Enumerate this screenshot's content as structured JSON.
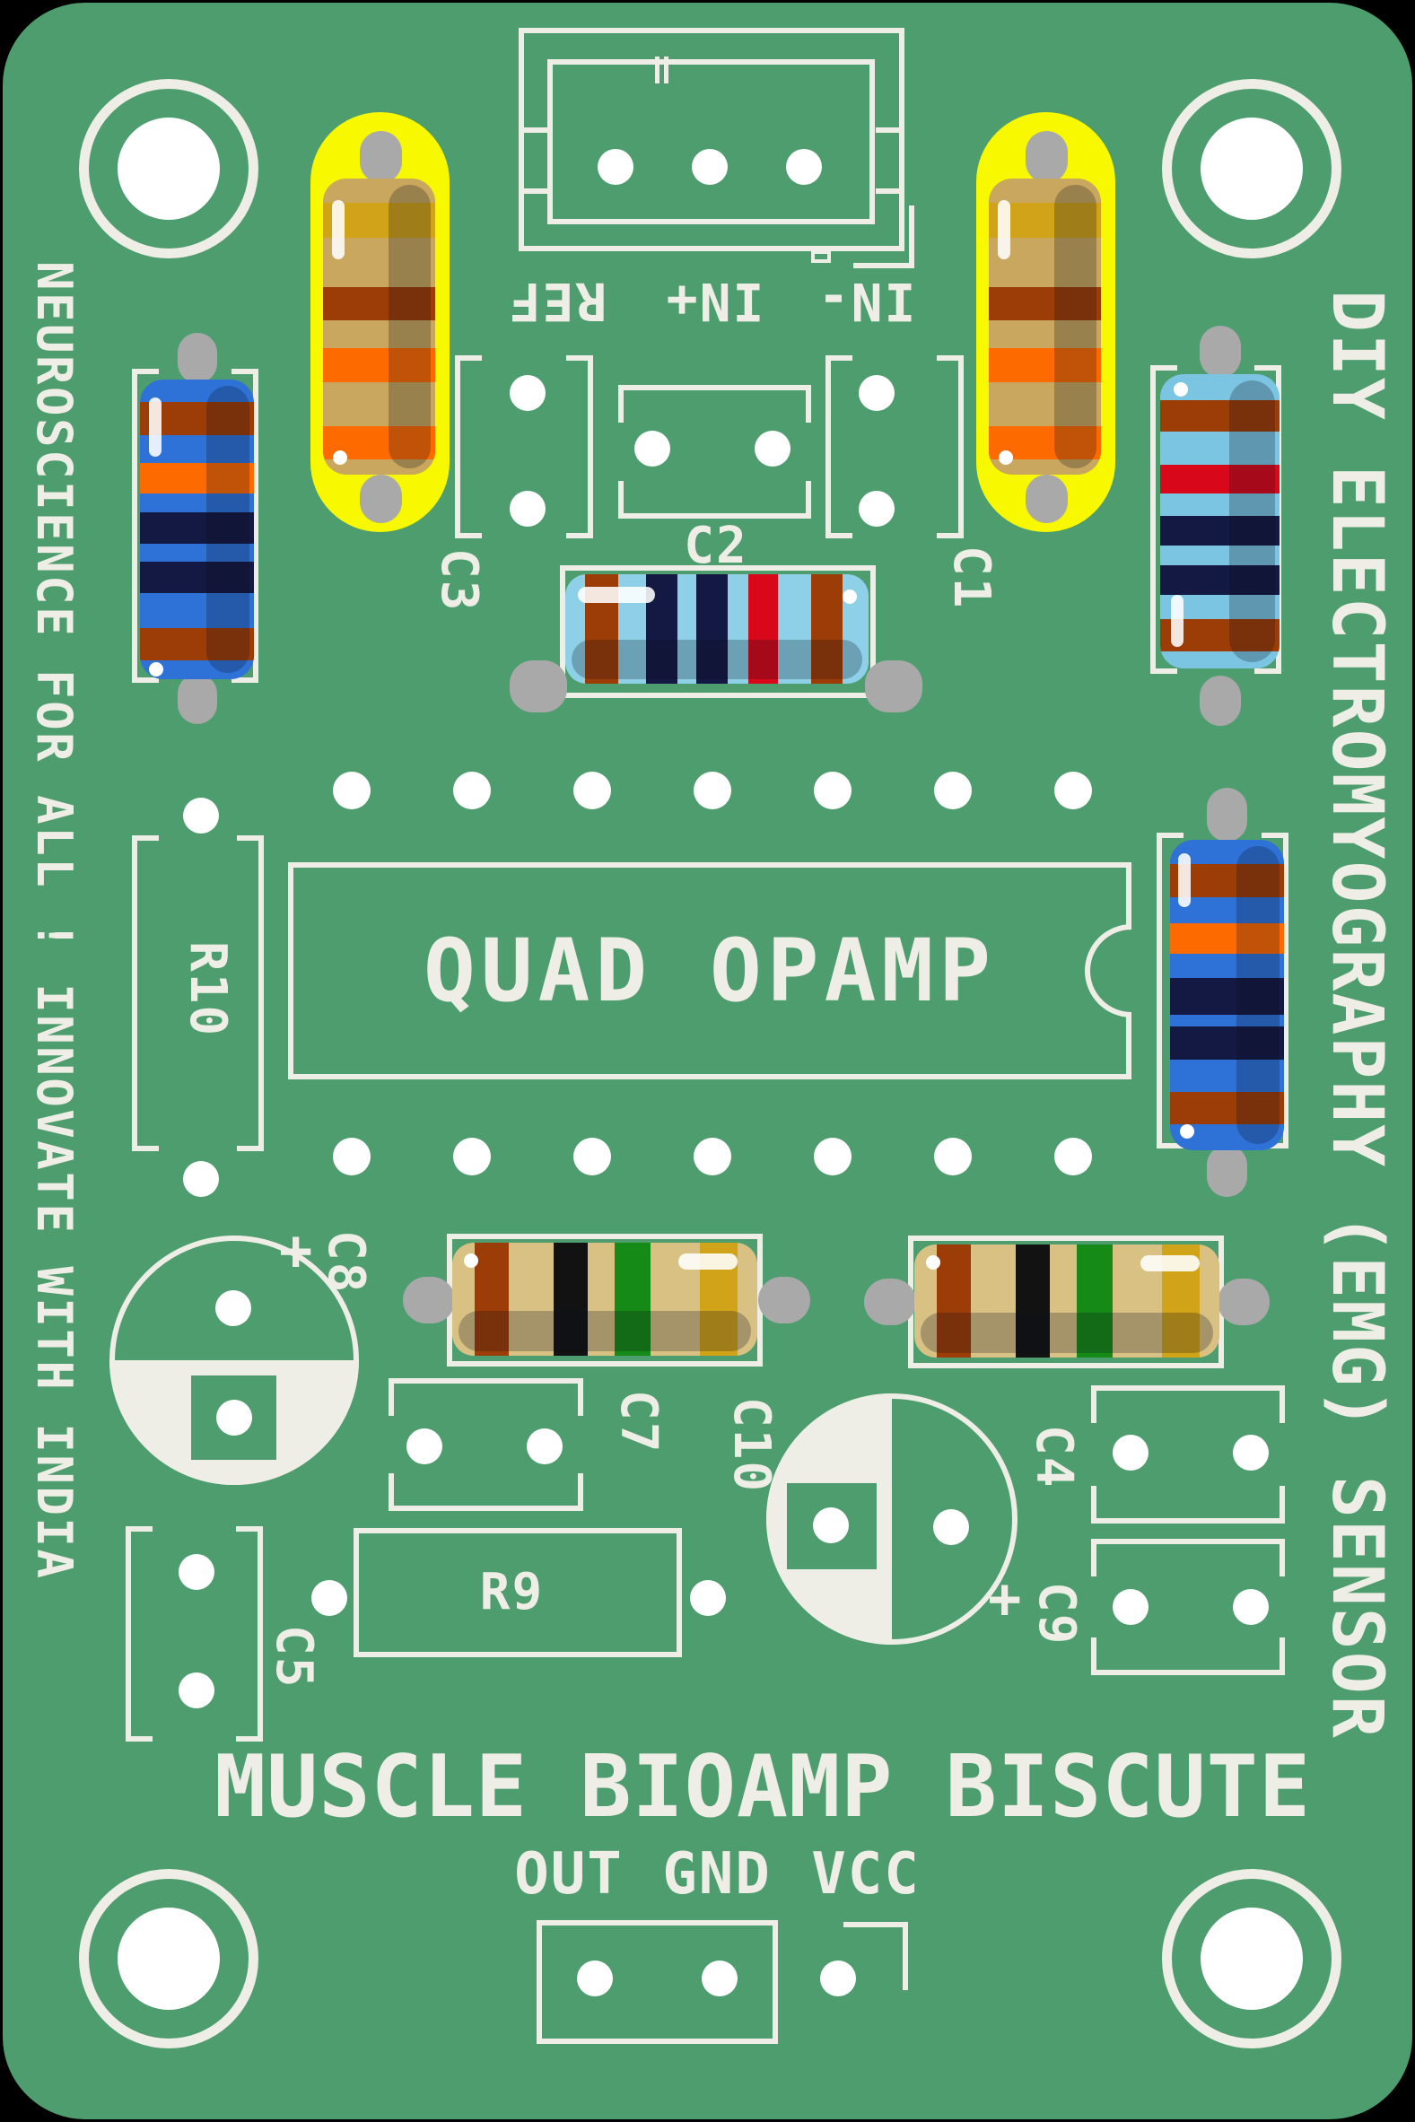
{
  "board": {
    "name": "MUSCLE BIOAMP BISCUTE",
    "tagline_left": "NEUROSCIENCE FOR ALL ! INNOVATE WITH INDIA",
    "tagline_right": "DIY ELECTROMYOGRAPHY (EMG) SENSOR",
    "colors": {
      "pcb_green": "#4e9d6e",
      "silkscreen": "#efeee6",
      "drill_hole": "#ffffff",
      "highlight_yellow": "#f8f800",
      "lead_gray": "#a9a9a9",
      "resistor_tan": "#c9a75e",
      "resistor_khaki": "#d9c183",
      "resistor_blue": "#2e72d8",
      "resistor_sky": "#7cc5e2",
      "band_brown": "#9c3c06",
      "band_orange": "#fd6a00",
      "band_navy": "#131943",
      "band_red": "#d8071a",
      "band_green": "#168a16",
      "band_gold": "#d0a318"
    }
  },
  "ic": {
    "label": "QUAD OPAMP",
    "pin_count": 14
  },
  "connectors": {
    "input": {
      "pins": [
        "REF",
        "IN+",
        "IN-"
      ]
    },
    "output": {
      "pins": [
        "OUT",
        "GND",
        "VCC"
      ]
    }
  },
  "components": {
    "c1": "C1",
    "c2": "C2",
    "c3": "C3",
    "c4": "C4",
    "c5": "C5",
    "c7": "C7",
    "c8": "C8",
    "c9": "C9",
    "c10": "C10",
    "r9": "R9",
    "r10": "R10",
    "polarity_mark": "+"
  },
  "resistors": [
    {
      "id": "highlighted-left",
      "body": "tan",
      "bands": [
        "gold",
        "brown",
        "orange",
        "orange"
      ]
    },
    {
      "id": "highlighted-right",
      "body": "tan",
      "bands": [
        "gold",
        "brown",
        "orange",
        "orange"
      ]
    },
    {
      "id": "left-edge",
      "body": "blue",
      "bands": [
        "brown",
        "orange",
        "navy",
        "navy",
        "brown"
      ]
    },
    {
      "id": "right-upper",
      "body": "sky",
      "bands": [
        "brown",
        "red",
        "navy",
        "navy",
        "brown"
      ]
    },
    {
      "id": "right-middle",
      "body": "blue",
      "bands": [
        "brown",
        "orange",
        "navy",
        "navy",
        "brown"
      ]
    },
    {
      "id": "center",
      "body": "sky",
      "bands": [
        "brown",
        "navy",
        "navy",
        "red",
        "brown"
      ]
    },
    {
      "id": "bottom-left",
      "body": "khaki",
      "bands": [
        "brown",
        "black",
        "green",
        "gold"
      ]
    },
    {
      "id": "bottom-right",
      "body": "khaki",
      "bands": [
        "brown",
        "black",
        "green",
        "gold"
      ]
    }
  ]
}
